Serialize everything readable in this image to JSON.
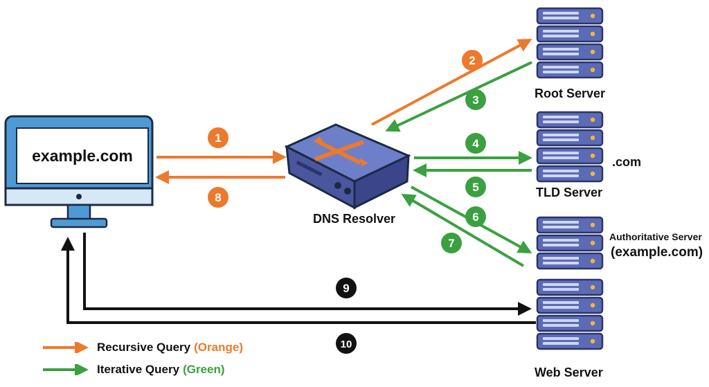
{
  "client": {
    "screen_text": "example.com"
  },
  "resolver": {
    "label": "DNS Resolver"
  },
  "servers": {
    "root": {
      "label": "Root Server"
    },
    "tld": {
      "label": "TLD Server",
      "domain": ".com"
    },
    "authoritative": {
      "label": "Authoritative Server",
      "domain": "(example.com)"
    },
    "web": {
      "label": "Web Server"
    }
  },
  "steps": [
    {
      "number": "1",
      "type": "recursive"
    },
    {
      "number": "2",
      "type": "recursive"
    },
    {
      "number": "3",
      "type": "iterative"
    },
    {
      "number": "4",
      "type": "iterative"
    },
    {
      "number": "5",
      "type": "iterative"
    },
    {
      "number": "6",
      "type": "iterative"
    },
    {
      "number": "7",
      "type": "iterative"
    },
    {
      "number": "8",
      "type": "recursive"
    },
    {
      "number": "9",
      "type": "http"
    },
    {
      "number": "10",
      "type": "http"
    }
  ],
  "legend": {
    "recursive": {
      "label": "Recursive Query ",
      "color_name": "(Orange)"
    },
    "iterative": {
      "label": "Iterative Query ",
      "color_name": "(Green)"
    }
  },
  "colors": {
    "recursive": "#ec7a2c",
    "iterative": "#3ba040",
    "http": "#111111",
    "server_body": "#5c6bb5",
    "server_dark": "#2b3568",
    "monitor_frame": "#4f9ad4",
    "resolver_top": "#6d7fc9"
  }
}
